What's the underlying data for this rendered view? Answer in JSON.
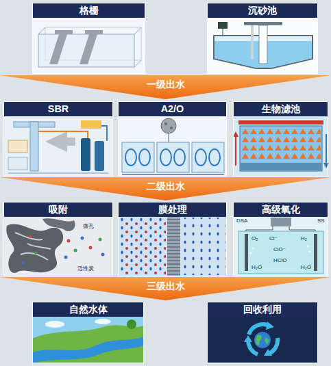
{
  "diagram": {
    "nodes": [
      {
        "text": [
          "格栅"
        ]
      },
      {
        "text": [
          "沉砂池"
        ]
      },
      {
        "text": [
          "一级出水"
        ]
      },
      {
        "text": [
          "SBR"
        ]
      },
      {
        "text": [
          "A2/O"
        ]
      },
      {
        "text": [
          "生物滤池"
        ]
      },
      {
        "text": [
          "二级出水"
        ]
      },
      {
        "text": [
          "吸附"
        ]
      },
      {
        "text": [
          "膜处理"
        ]
      },
      {
        "text": [
          "高级氧化"
        ]
      },
      {
        "text": [
          "三级出水"
        ]
      },
      {
        "text": [
          "自然水体"
        ]
      },
      {
        "text": [
          "回收利用"
        ]
      }
    ],
    "labels": [
      "微孔",
      "活性炭",
      "DSA",
      "SS",
      "O₂",
      "Cl⁻",
      "H₂",
      "ClO⁻",
      "HClO",
      "H₂O",
      "H₂O"
    ]
  }
}
